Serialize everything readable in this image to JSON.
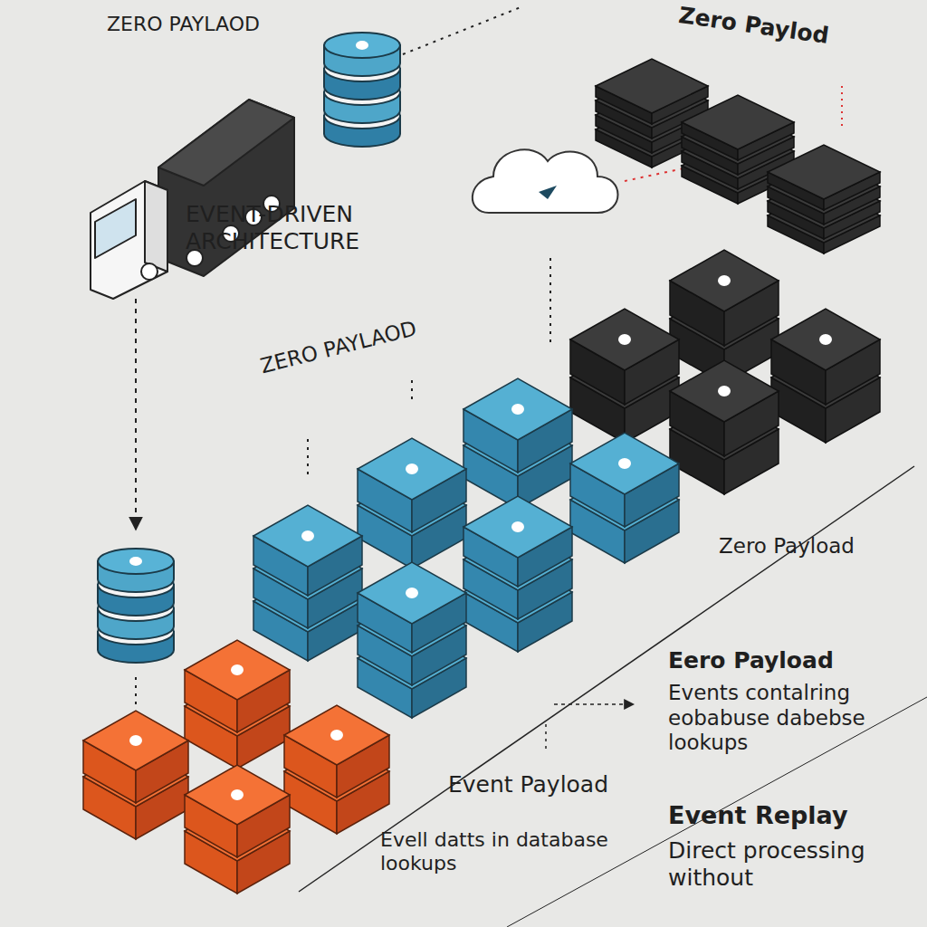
{
  "diagram": {
    "labels": [
      "ZERO PAYLAOD",
      "Zero Paylod",
      "EVENT-DRIVEN ARCHITECTURE",
      "ZERO PAYLAOD",
      "Zero Payload",
      "Eero Payload",
      "Events contalring eobabuse dabebse lookups",
      "Event Payload",
      "Evell datts in database lookups",
      "Event Replay",
      "Direct processing without"
    ]
  }
}
